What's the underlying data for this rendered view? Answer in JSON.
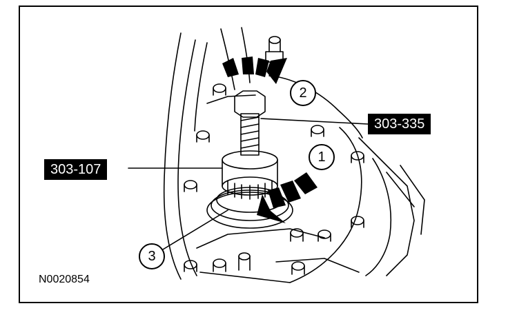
{
  "labels": {
    "tool_303_335": "303-335",
    "tool_303_107": "303-107",
    "callout_1": "1",
    "callout_2": "2",
    "callout_3": "3"
  },
  "figure_id": "N0020854",
  "colors": {
    "ink": "#000000",
    "paper": "#ffffff"
  }
}
